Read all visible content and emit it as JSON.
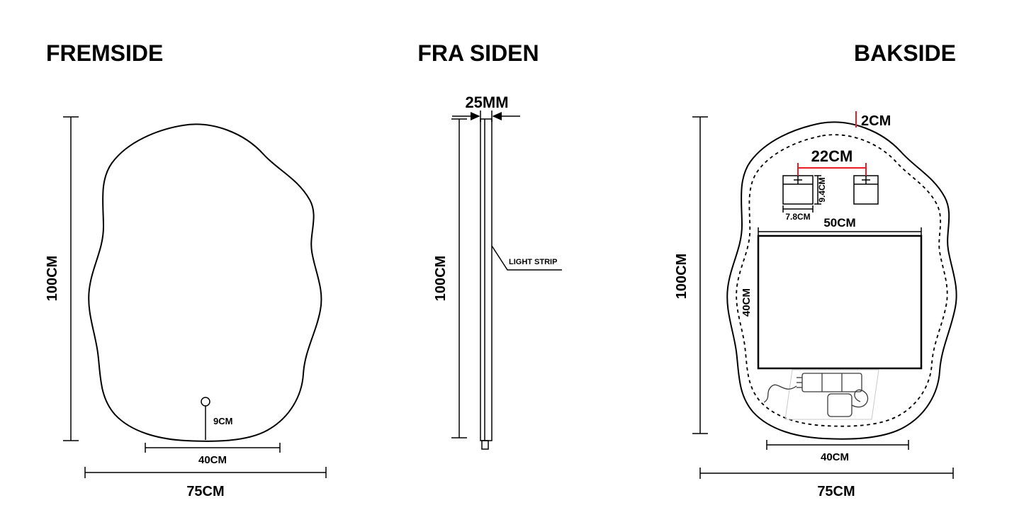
{
  "colors": {
    "line": "#000000",
    "red": "#ed1c24"
  },
  "panels": {
    "front": {
      "title": "FREMSIDE",
      "height_label": "100CM",
      "inner_width_label": "40CM",
      "width_label": "75CM",
      "sensor_label": "9CM"
    },
    "side": {
      "title": "FRA SIDEN",
      "thickness_label": "25MM",
      "height_label": "100CM",
      "light_strip_label": "LIGHT STRIP"
    },
    "back": {
      "title": "BAKSIDE",
      "height_label": "100CM",
      "gap_label": "2CM",
      "bracket_span_label": "22CM",
      "bracket_width_label": "7.8CM",
      "bracket_height_label": "9.4CM",
      "panel_width_label": "50CM",
      "panel_height_label": "40CM",
      "inner_width_label": "40CM",
      "width_label": "75CM"
    }
  }
}
